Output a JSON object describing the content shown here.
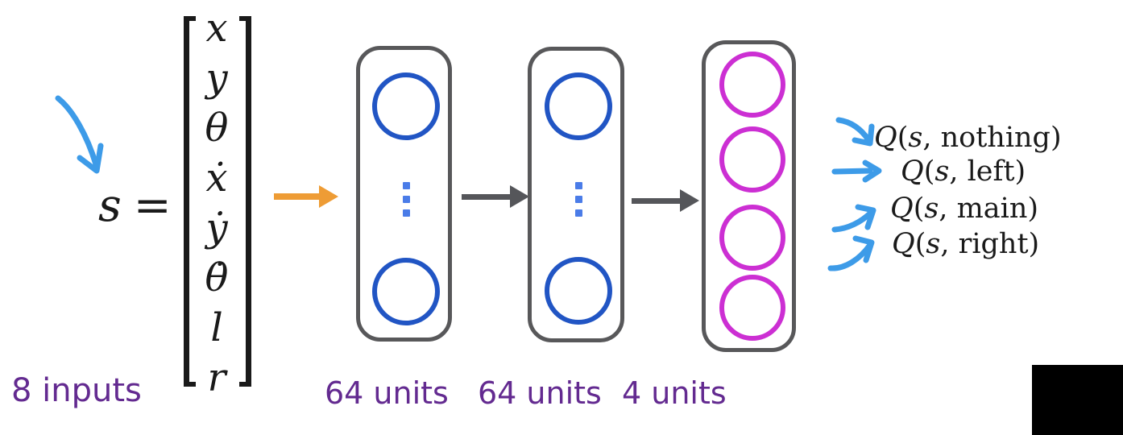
{
  "colors": {
    "background": "#ffffff",
    "ink": "#1a1a1a",
    "purple_label": "#632a90",
    "node_blue": "#2155c4",
    "ellipsis_blue": "#4a7ce8",
    "node_magenta": "#cc2fd3",
    "box_border_gray": "#58585a",
    "arrow_orange": "#ee9c35",
    "arrow_gray": "#55565a",
    "arrow_blue": "#3d9be8",
    "overlay_black": "#000000"
  },
  "equation": {
    "lhs": "s",
    "rel": "="
  },
  "state_vector": {
    "entries": [
      "x",
      "y",
      "θ",
      "ẋ",
      "ẏ",
      "θ̇",
      "l",
      "r"
    ],
    "inputs_label": "8 inputs"
  },
  "network": {
    "layers": [
      {
        "label": "64 units",
        "visible_nodes": 2,
        "has_ellipsis": true,
        "node_color": "#2155c4"
      },
      {
        "label": "64 units",
        "visible_nodes": 2,
        "has_ellipsis": true,
        "node_color": "#2155c4"
      },
      {
        "label": "4 units",
        "visible_nodes": 4,
        "has_ellipsis": false,
        "node_color": "#cc2fd3"
      }
    ]
  },
  "outputs": {
    "rows": [
      {
        "func": "Q",
        "open": "(",
        "arg": "s",
        "sep": ", ",
        "action": "nothing",
        "close": ")"
      },
      {
        "func": "Q",
        "open": "(",
        "arg": "s",
        "sep": ", ",
        "action": "left",
        "close": ")"
      },
      {
        "func": "Q",
        "open": "(",
        "arg": "s",
        "sep": ", ",
        "action": "main",
        "close": ")"
      },
      {
        "func": "Q",
        "open": "(",
        "arg": "s",
        "sep": ", ",
        "action": "right",
        "close": ")"
      }
    ]
  }
}
